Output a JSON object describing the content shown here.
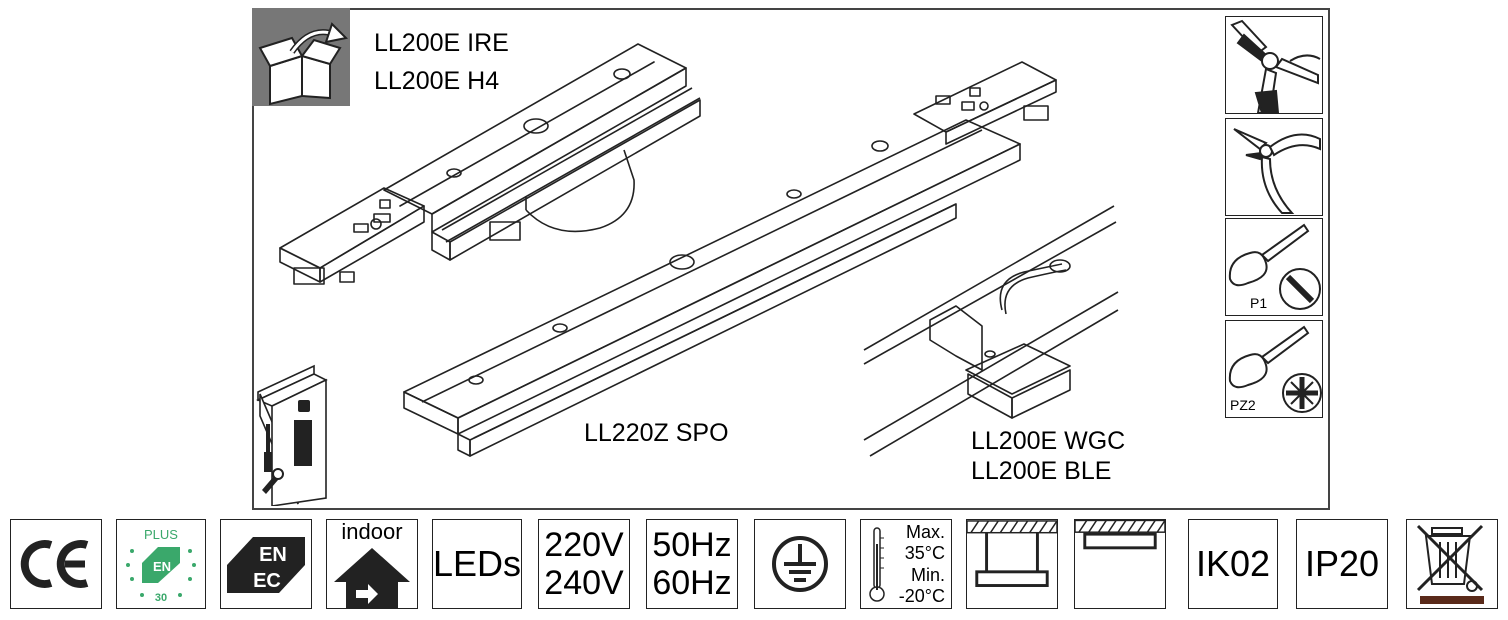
{
  "labels": {
    "ire": "LL200E IRE",
    "h4": "LL200E H4",
    "spo": "LL220Z SPO",
    "wgc": "LL200E WGC",
    "ble": "LL200E BLE"
  },
  "icons": {
    "unbox": "box-unpack-icon",
    "manual": "manual-booklet-icon",
    "pliers": "pliers-icon",
    "cutter": "wire-cutter-icon",
    "screwdriver_p1": "screwdriver-slotted-icon",
    "screwdriver_pz2": "screwdriver-pozidriv-icon"
  },
  "tools": {
    "p1": "P1",
    "pz2": "PZ2"
  },
  "certs": {
    "ce": "CE",
    "enec_plus_top": "PLUS",
    "enec_plus_num": "30",
    "enec": "ENEC",
    "indoor": "indoor",
    "leds": "LEDs",
    "voltage_1": "220V",
    "voltage_2": "240V",
    "freq_1": "50Hz",
    "freq_2": "60Hz",
    "ground": "ground-icon",
    "temp_max_label": "Max.",
    "temp_max": "35°C",
    "temp_min_label": "Min.",
    "temp_min": "-20°C",
    "suspended": "suspended-mount-icon",
    "ceiling": "ceiling-mount-icon",
    "ik": "IK02",
    "ip": "IP20",
    "weee": "weee-bin-icon"
  },
  "colors": {
    "line": "#222222",
    "unbox_bg": "#777777",
    "enec_green": "#3aa86b",
    "weee_bar": "#5a2a1a"
  }
}
